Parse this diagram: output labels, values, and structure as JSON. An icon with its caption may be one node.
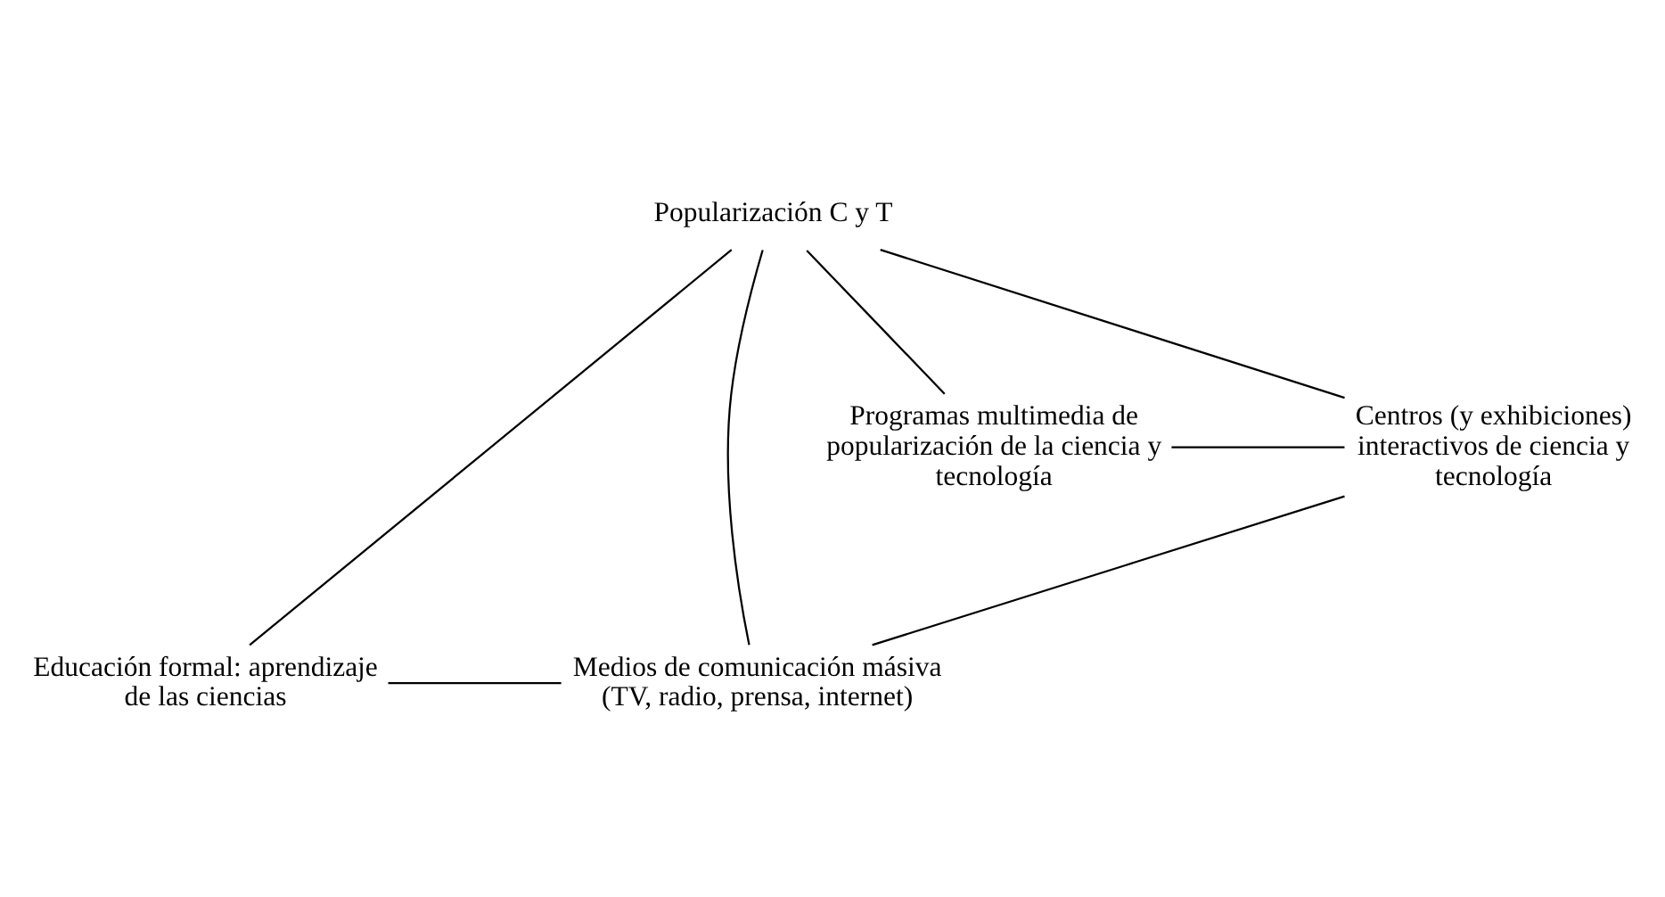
{
  "diagram": {
    "nodes": [
      {
        "text": [
          "Popularización C y T"
        ]
      },
      {
        "text": [
          "Educación formal: aprendizaje de las ciencias"
        ]
      },
      {
        "text": [
          "Medios de comunicación másiva (TV, radio, prensa, internet)"
        ]
      },
      {
        "text": [
          "Programas multimedia de popularización de la ciencia y tecnología"
        ]
      },
      {
        "text": [
          "Centros (y exhibiciones) interactivos de ciencia y tecnología"
        ]
      }
    ],
    "edges": [
      {
        "from": 0,
        "to": 1,
        "arrow": "none"
      },
      {
        "from": 0,
        "to": 3,
        "arrow": "none"
      },
      {
        "from": 0,
        "to": 2,
        "arrow": "none"
      },
      {
        "from": 0,
        "to": 4,
        "arrow": "none"
      },
      {
        "from": 1,
        "to": 2,
        "arrow": "none"
      },
      {
        "from": 3,
        "to": 4,
        "arrow": "none"
      },
      {
        "from": 4,
        "to": 2,
        "arrow": "none"
      }
    ]
  }
}
